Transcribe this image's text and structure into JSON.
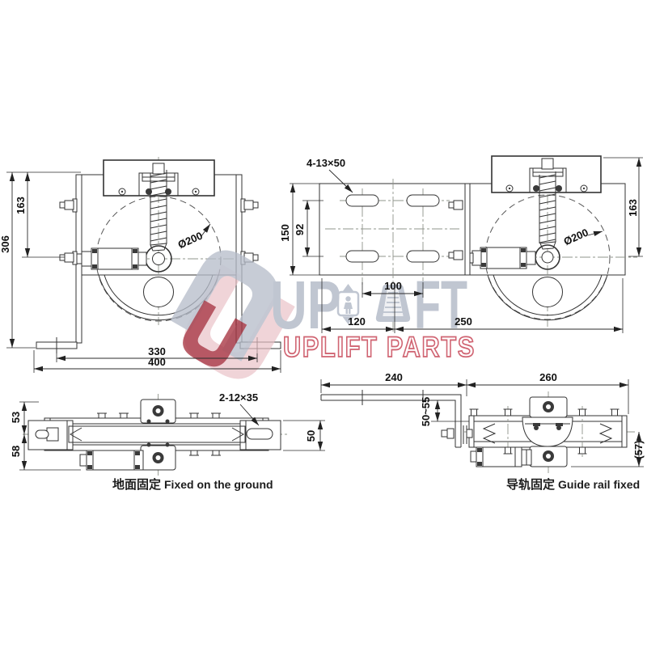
{
  "views": {
    "front": {
      "dims": {
        "overall_height": "306",
        "upper_height": "163",
        "wheel_diameter": "Ø200",
        "foot_hole_span": "330",
        "overall_width": "400"
      }
    },
    "plate": {
      "dims": {
        "slot_callout": "4-13×50",
        "plate_height": "150",
        "slot_row_gap": "92",
        "upper_height": "163",
        "wheel_diameter": "Ø200",
        "slot_col_gap": "100",
        "left_span": "120",
        "right_span": "250"
      }
    },
    "ground": {
      "dims": {
        "upper_half": "53",
        "lower_half": "58",
        "stud_callout": "2-12×35",
        "end_height": "50"
      },
      "caption_zh": "地面固定",
      "caption_en": "Fixed on the ground"
    },
    "rail": {
      "dims": {
        "arm_length": "240",
        "body_length": "260",
        "gap_range": "50~55",
        "side_height": "(57)"
      },
      "caption_zh": "导轨固定",
      "caption_en": "Guide rail fixed"
    }
  },
  "watermark": {
    "wordmark_left": "UP",
    "wordmark_right": "FT",
    "wordmark_full": "UPLIFT",
    "subtitle": "UPLIFT PARTS",
    "colors": {
      "gray": "#b6bdca",
      "red": "#c84a5a",
      "dark_red": "#a02331",
      "pink": "#e8c0c5"
    }
  }
}
